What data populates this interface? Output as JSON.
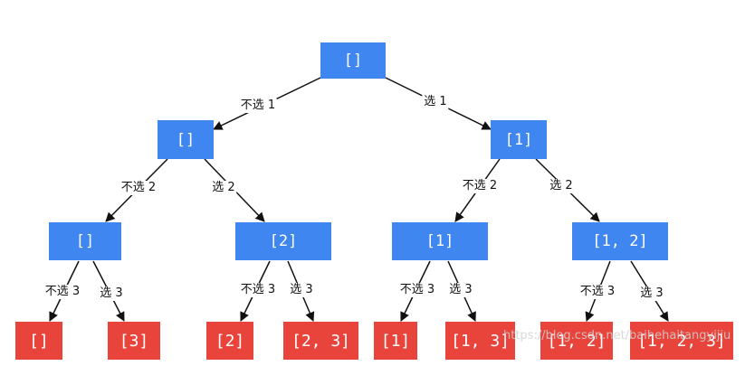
{
  "colors": {
    "internal_node": "#3f86f0",
    "leaf_node": "#e8443b",
    "edge": "#111111"
  },
  "nodes": {
    "root": "[]",
    "l1_skip": "[]",
    "l1_take": "[1]",
    "l2_a": "[]",
    "l2_b": "[2]",
    "l2_c": "[1]",
    "l2_d": "[1, 2]",
    "leaf_1": "[]",
    "leaf_2": "[3]",
    "leaf_3": "[2]",
    "leaf_4": "[2, 3]",
    "leaf_5": "[1]",
    "leaf_6": "[1, 3]",
    "leaf_7": "[1, 2]",
    "leaf_8": "[1, 2, 3]"
  },
  "edge_labels": {
    "root_skip": "不选 1",
    "root_take": "选 1",
    "l1_skip_skip": "不选 2",
    "l1_skip_take": "选 2",
    "l1_take_skip": "不选 2",
    "l1_take_take": "选 2",
    "a_skip": "不选 3",
    "a_take": "选 3",
    "b_skip": "不选 3",
    "b_take": "选 3",
    "c_skip": "不选 3",
    "c_take": "选 3",
    "d_skip": "不选 3",
    "d_take": "选 3"
  },
  "watermark": "https://blog.csdn.net/baihehaitangyijiu"
}
